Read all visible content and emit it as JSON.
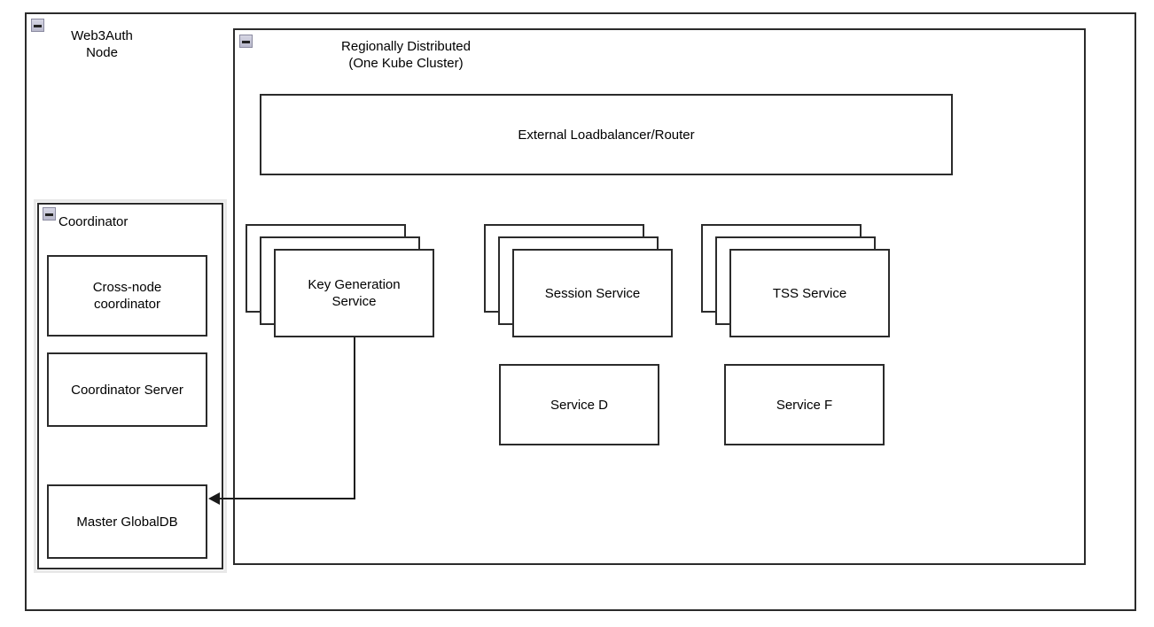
{
  "diagram": {
    "outer_node": {
      "title": "Web3Auth\nNode",
      "collapse_icon": "minus-collapse-icon"
    },
    "cluster": {
      "title": "Regionally Distributed\n(One Kube Cluster)",
      "collapse_icon": "minus-collapse-icon"
    },
    "coordinator": {
      "title": "Coordinator",
      "collapse_icon": "minus-collapse-icon",
      "children": [
        {
          "label": "Cross-node\ncoordinator"
        },
        {
          "label": "Coordinator Server"
        },
        {
          "label": "Master GlobalDB"
        }
      ]
    },
    "loadbalancer": {
      "label": "External Loadbalancer/Router"
    },
    "stacked_services": [
      {
        "label": "Key Generation\nService",
        "instances": 3
      },
      {
        "label": "Session Service",
        "instances": 3
      },
      {
        "label": "TSS Service",
        "instances": 3
      }
    ],
    "single_services": [
      {
        "label": "Service D"
      },
      {
        "label": "Service F"
      }
    ],
    "connector": {
      "from": "Key Generation Service",
      "to": "Master GlobalDB",
      "arrow": "left-arrow-head"
    },
    "colors": {
      "stroke": "#2b2b2b",
      "line": "#1a1a1a",
      "background": "#ffffff",
      "selection_outline": "#e8e8e8",
      "icon_fill": "#c3c3d4"
    }
  }
}
